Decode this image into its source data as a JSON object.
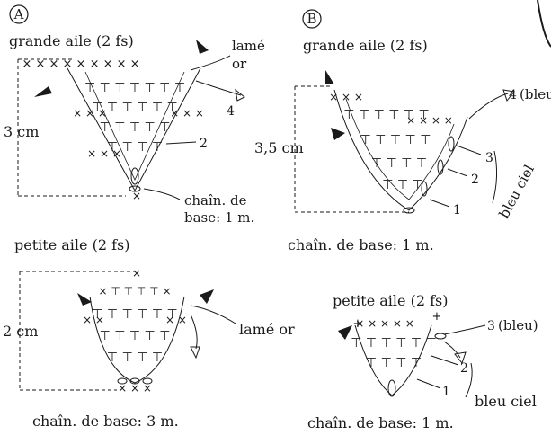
{
  "diagrams": {
    "A": {
      "letter": "A",
      "title": "grande aile (2 fs)",
      "thread": "lamé or",
      "height": "3 cm",
      "row_numbers": [
        "2",
        "4"
      ],
      "base": "chaîn. de base: 1 m."
    },
    "B": {
      "letter": "B",
      "title": "grande aile (2 fs)",
      "height": "3,5 cm",
      "row_numbers": [
        "1",
        "2",
        "3",
        "4"
      ],
      "row4_color": "(bleu)",
      "side_color": "bleu ciel",
      "base": "chaîn. de base: 1 m."
    },
    "C": {
      "title": "petite aile (2 fs)",
      "thread": "lamé or",
      "height": "2 cm",
      "base": "chaîn. de base: 3 m."
    },
    "D": {
      "title": "petite aile (2 fs)",
      "row_numbers": [
        "1",
        "2",
        "3"
      ],
      "row3_color": "(bleu)",
      "side_color": "bleu ciel",
      "base": "chaîn. de base: 1 m."
    }
  },
  "symbols": {
    "sc": "×",
    "dc": "⊤",
    "slip": "+"
  },
  "colors": {
    "ink": "#1a1a1a",
    "paper": "#ffffff"
  }
}
